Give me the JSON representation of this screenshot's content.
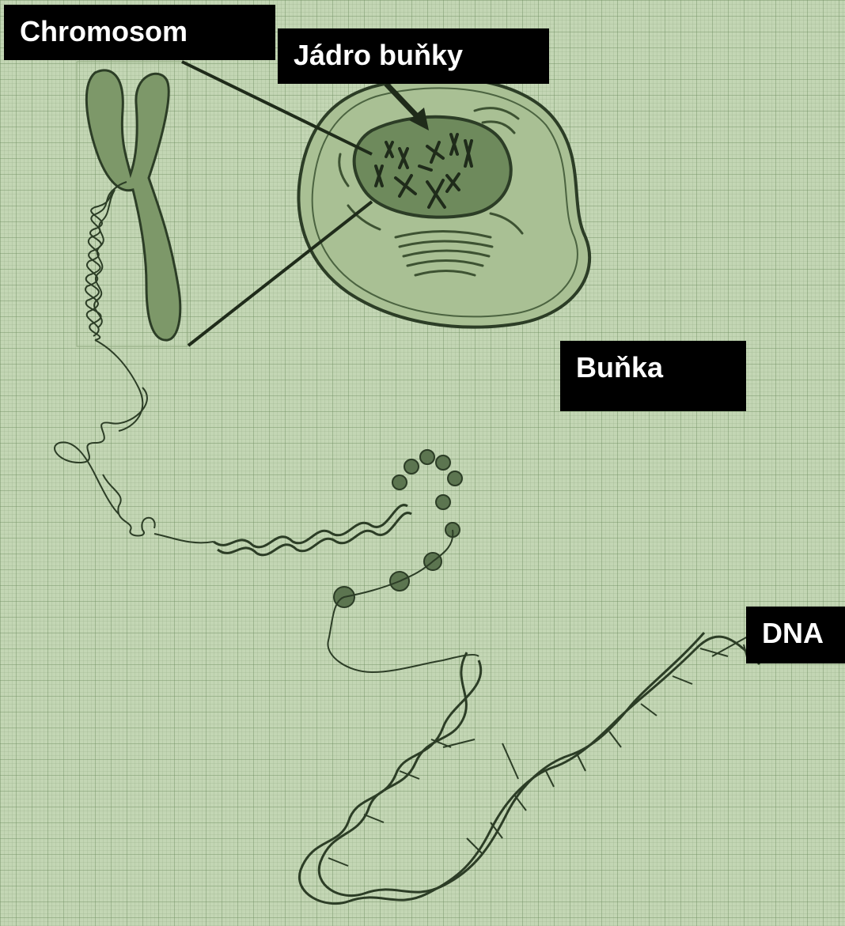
{
  "labels": {
    "chromosome": "Chromosom",
    "nucleus": "Jádro buňky",
    "cell": "Buňka",
    "dna": "DNA"
  },
  "colors": {
    "background": "#c3d6b4",
    "label_bg": "#000000",
    "label_text": "#ffffff",
    "ink": "#2c3d26",
    "cell_fill": "#a9c094",
    "nucleus_fill": "#6e8a5c",
    "chromosome_fill": "#7d9869"
  }
}
